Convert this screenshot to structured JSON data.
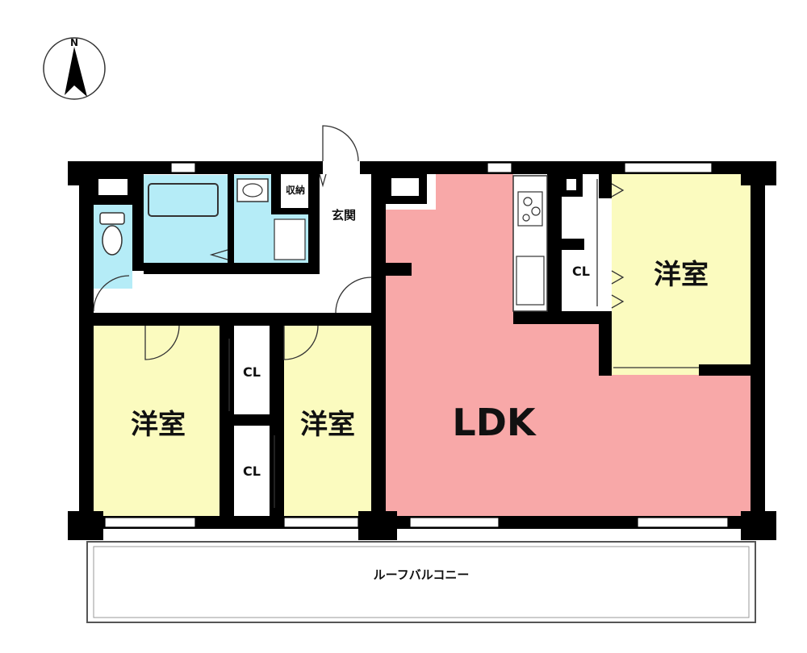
{
  "compass": {
    "north_label": "N"
  },
  "rooms": {
    "ldk": "LDK",
    "western_right": "洋室",
    "western_left": "洋室",
    "western_middle": "洋室",
    "entrance": "玄関",
    "storage": "収納",
    "closet_kitchen": "CL",
    "closet_upper": "CL",
    "closet_lower": "CL"
  },
  "balcony": {
    "label": "ルーフバルコニー"
  },
  "colors": {
    "ldk": "#f8a8a8",
    "western": "#fbfbbf",
    "water": "#b5ecf7",
    "wall": "#000000",
    "hall": "#ffffff"
  }
}
